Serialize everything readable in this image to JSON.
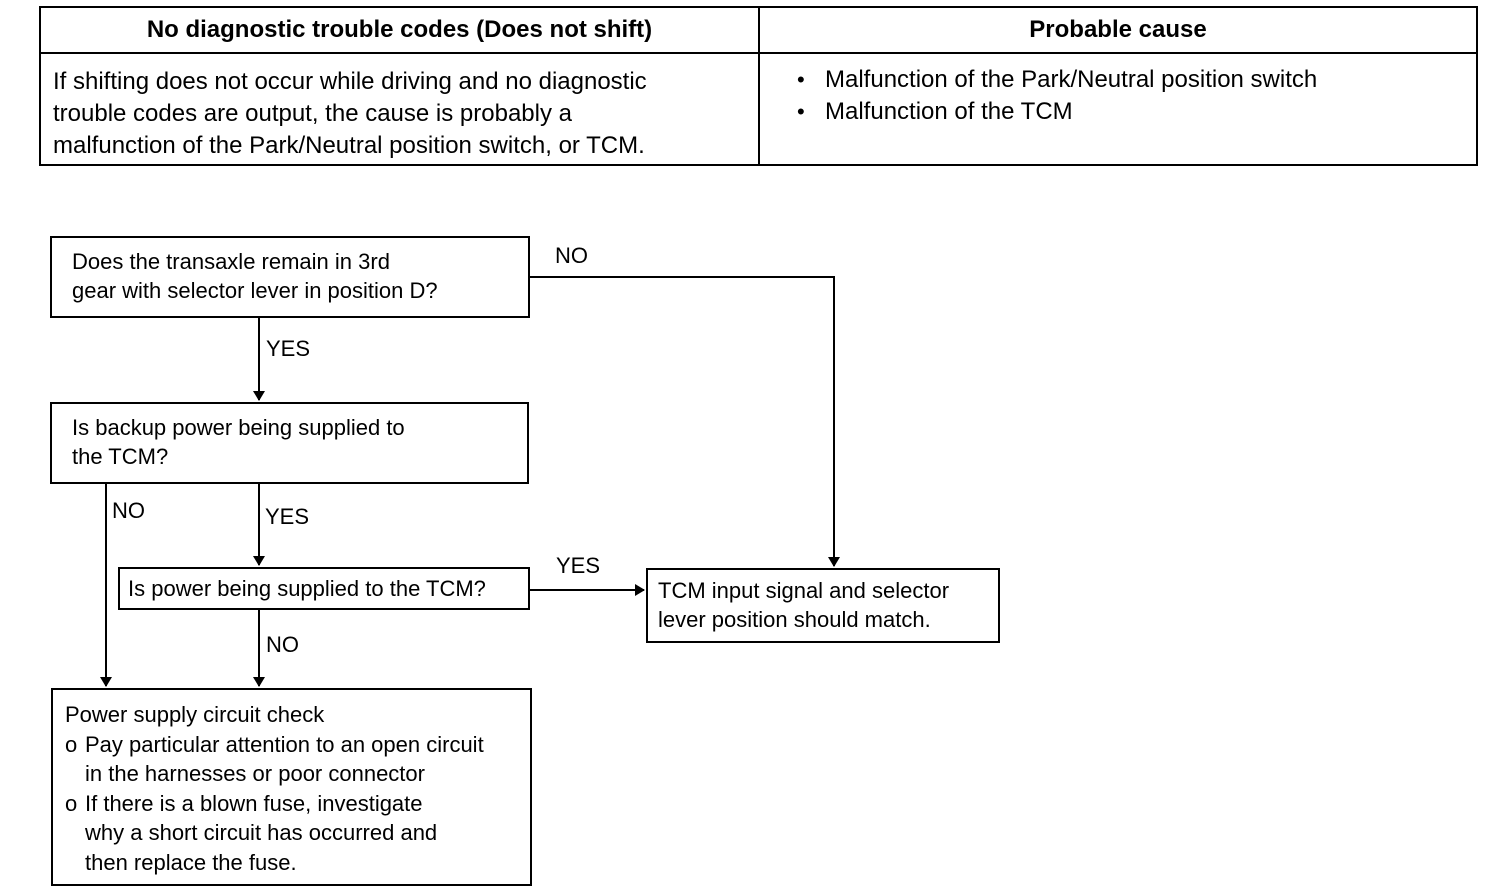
{
  "table": {
    "header_left": "No diagnostic trouble codes (Does not shift)",
    "header_right": "Probable cause",
    "description_lines": [
      "If shifting does not occur while driving and no diagnostic",
      "trouble codes are output, the cause is probably a",
      "malfunction of the Park/Neutral position switch, or TCM."
    ],
    "causes": [
      "Malfunction of the Park/Neutral position switch",
      "Malfunction of the TCM"
    ]
  },
  "flowchart": {
    "q1": "Does the transaxle remain in 3rd\ngear with selector lever in position D?",
    "q2": "Is backup power being supplied to\nthe TCM?",
    "q3": "Is power being supplied to the TCM?",
    "result": "TCM input signal and selector\nlever position should match.",
    "check_title": "Power supply circuit check",
    "check_marker": "o",
    "check_items": [
      "Pay particular attention to an open circuit\nin the harnesses or poor connector",
      "If there is a blown fuse, investigate\nwhy a short circuit has occurred and\nthen replace the fuse."
    ],
    "labels": {
      "q1_no": "NO",
      "q1_yes": "YES",
      "q2_no": "NO",
      "q2_yes": "YES",
      "q3_yes": "YES",
      "q3_no": "NO"
    }
  }
}
